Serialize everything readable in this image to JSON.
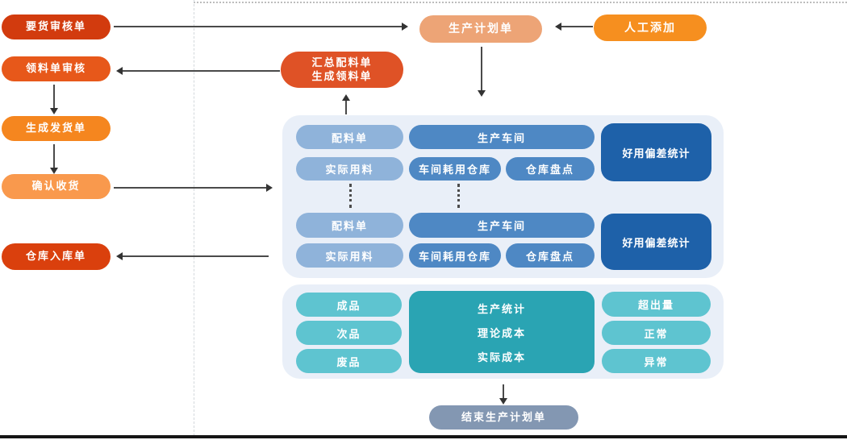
{
  "nodes": {
    "demand_audit": {
      "label": "要货审核单",
      "color": "#d23b0e"
    },
    "pick_audit": {
      "label": "领料单审核",
      "color": "#e7581a"
    },
    "create_shipment": {
      "label": "生成发货单",
      "color": "#f5861f"
    },
    "confirm_receipt": {
      "label": "确认收货",
      "color": "#f9994d"
    },
    "warehouse_in": {
      "label": "仓库入库单",
      "color": "#da400d"
    },
    "production_plan": {
      "label": "生产计划单",
      "color": "#eda476"
    },
    "manual_add": {
      "label": "人工添加",
      "color": "#f68f1f"
    },
    "summary_batching": {
      "line1": "汇总配料单",
      "line2": "生成领料单",
      "color": "#df5226"
    },
    "end_plan": {
      "label": "结束生产计划单",
      "color": "#8397b2"
    }
  },
  "workshop_panel": {
    "bg_color": "#e9eff8",
    "colors": {
      "light_blue": "#8fb3da",
      "mid_blue": "#4e88c4",
      "dark_blue": "#1e61a9"
    },
    "groups": [
      {
        "batching": "配料单",
        "workshop": "生产车间",
        "actual_usage": "实际用料",
        "workshop_warehouse": "车间耗用仓库",
        "stocktake": "仓库盘点",
        "deviation_stats": "好用偏差统计"
      },
      {
        "batching": "配料单",
        "workshop": "生产车间",
        "actual_usage": "实际用料",
        "workshop_warehouse": "车间耗用仓库",
        "stocktake": "仓库盘点",
        "deviation_stats": "好用偏差统计"
      }
    ]
  },
  "stats_panel": {
    "bg_color": "#e9eff8",
    "colors": {
      "light_teal": "#5ec4d0",
      "teal": "#2aa4b3"
    },
    "left_items": [
      "成品",
      "次品",
      "废品"
    ],
    "center_items": [
      "生产统计",
      "理论成本",
      "实际成本"
    ],
    "right_items": [
      "超出量",
      "正常",
      "异常"
    ]
  }
}
